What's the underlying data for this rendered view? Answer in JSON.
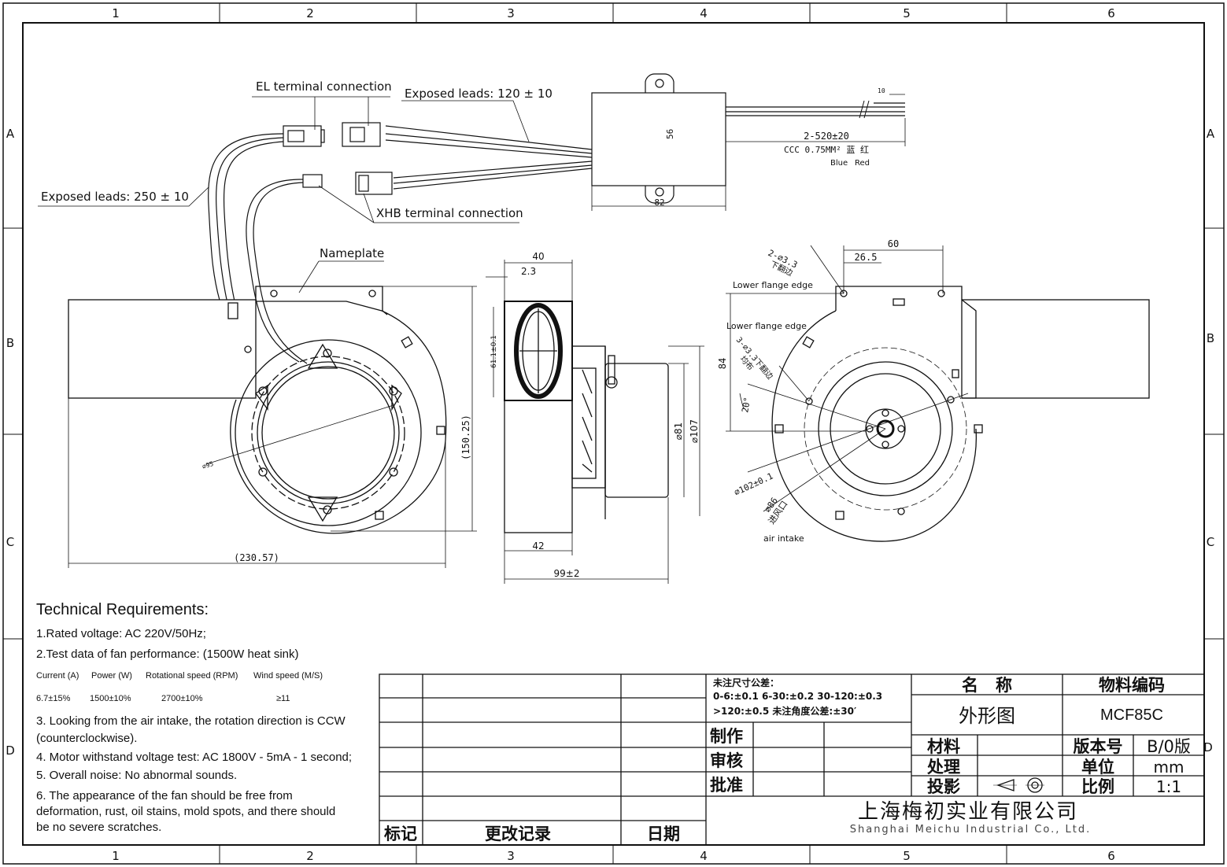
{
  "grid": {
    "columns": [
      "1",
      "2",
      "3",
      "4",
      "5",
      "6"
    ],
    "rows": [
      "A",
      "B",
      "C",
      "D"
    ]
  },
  "callouts": {
    "el_terminal": "EL terminal connection",
    "exposed_120": "Exposed leads: 120 ± 10",
    "exposed_250": "Exposed leads: 250 ± 10",
    "xhb_terminal": "XHB terminal connection",
    "nameplate": "Nameplate",
    "lower_flange_1": "Lower flange edge",
    "lower_flange_2": "Lower flange edge",
    "air_intake": "air intake",
    "blue": "Blue",
    "red": "Red"
  },
  "dimensions": {
    "d10": "10",
    "d56": "56",
    "d82": "82",
    "lead_len": "2-520±20",
    "lead_spec": "CCC 0.75MM² 蓝 红",
    "d40": "40",
    "d2_3": "2.3",
    "d61": "61.1±0.1",
    "d81": "⌀81",
    "d107": "⌀107",
    "d42": "42",
    "d99": "99±2",
    "d150": "(150.25)",
    "d230": "(230.57)",
    "d95": "⌀95",
    "d60": "60",
    "d26_5": "26.5",
    "d84": "84",
    "d20deg": "20°",
    "d102": "⌀102±0.1",
    "d86": "⌀86",
    "hole2": "2-⌀3.3",
    "hole2_cn": "下翻边",
    "hole3": "3-⌀3.3下翻边",
    "hole3_cn": "均布",
    "intake_cn": "进风口"
  },
  "tech": {
    "title": "Technical Requirements:",
    "item1": "1.Rated voltage: AC 220V/50Hz;",
    "item2": "2.Test data of fan performance: (1500W heat sink)",
    "headers": [
      "Current (A)",
      "Power (W)",
      "Rotational speed (RPM)",
      "Wind speed (M/S)"
    ],
    "values": [
      "6.7±15%",
      "1500±10%",
      "2700±10%",
      "≥11"
    ],
    "item3": "3. Looking from the air intake, the rotation direction is CCW (counterclockwise).",
    "item4": "4. Motor withstand voltage test: AC 1800V - 5mA - 1 second;",
    "item5": "5. Overall noise: No abnormal sounds.",
    "item6": "6. The appearance of the fan should be free from deformation, rust, oil stains, mold spots, and there should be no severe scratches."
  },
  "title_block": {
    "tolerance_title": "未注尺寸公差：",
    "tolerance_line1": "0-6:±0.1  6-30:±0.2  30-120:±0.3",
    "tolerance_line2": ">120:±0.5   未注角度公差:±30′",
    "made_by": "制作",
    "reviewed": "审核",
    "approved": "批准",
    "name_label": "名   称",
    "code_label": "物料编码",
    "name_value": "外形图",
    "code_value": "MCF85C",
    "material": "材料",
    "treatment": "处理",
    "projection": "投影",
    "version_label": "版本号",
    "version_value": "B/0版",
    "unit_label": "单位",
    "unit_value": "mm",
    "scale_label": "比例",
    "scale_value": "1:1",
    "company_cn": "上海梅初实业有限公司",
    "company_en": "Shanghai Meichu Industrial Co., Ltd.",
    "mark": "标记",
    "change_record": "更改记录",
    "date": "日期"
  }
}
